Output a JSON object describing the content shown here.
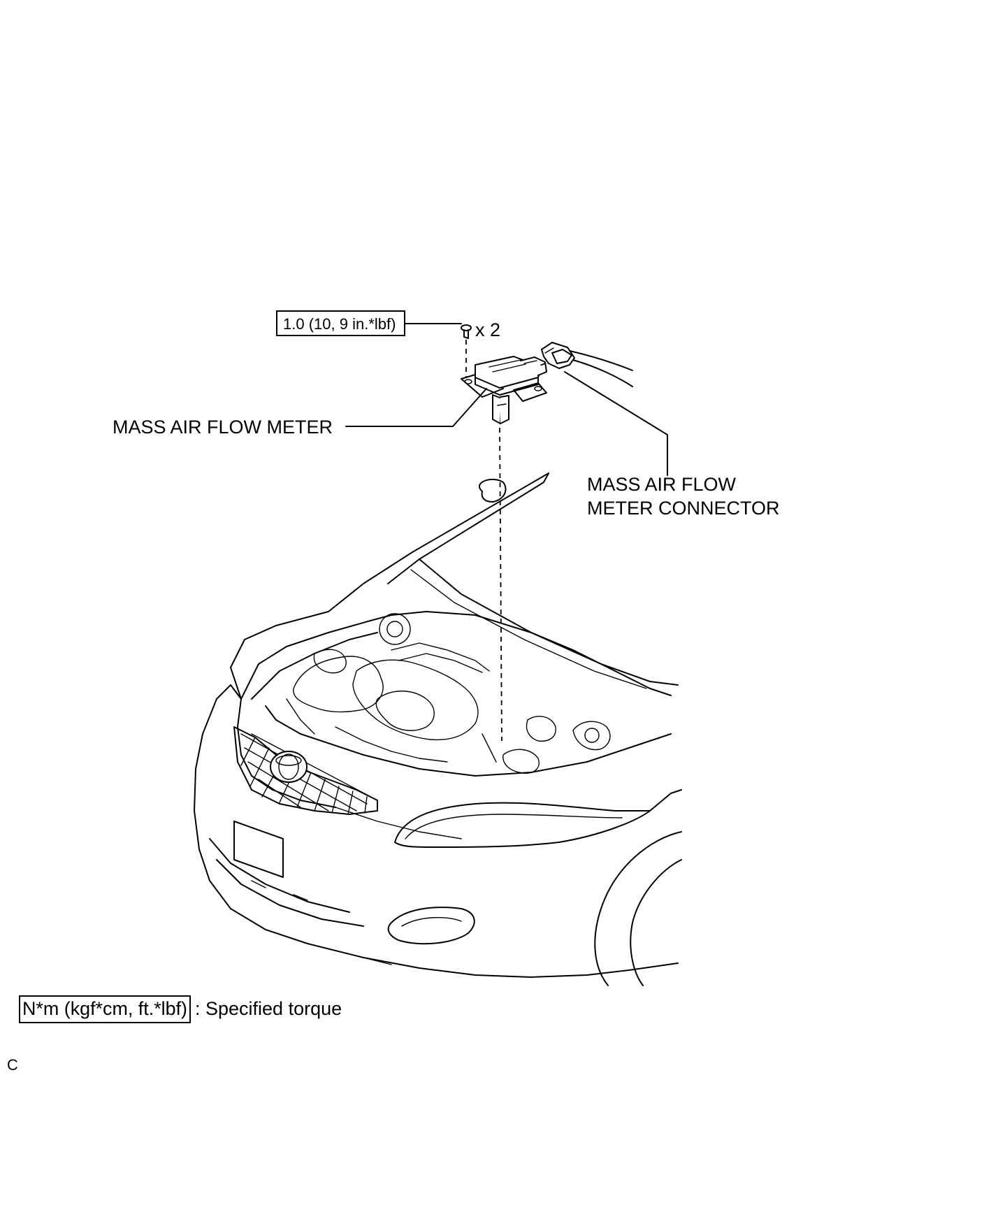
{
  "labels": {
    "torque_value": "1.0 (10, 9 in.*lbf)",
    "quantity": "x 2",
    "mass_air_flow_meter": "MASS AIR FLOW METER",
    "connector_line1": "MASS AIR FLOW",
    "connector_line2": "METER CONNECTOR",
    "legend_unit": "N*m (kgf*cm, ft.*lbf)",
    "legend_desc": ": Specified torque",
    "corner_mark": "C"
  }
}
